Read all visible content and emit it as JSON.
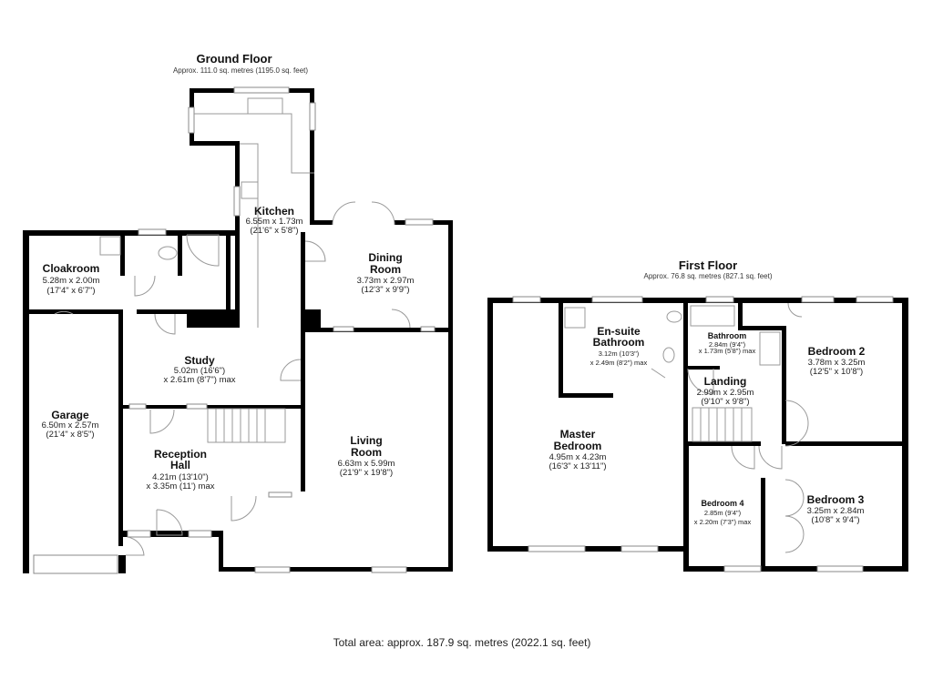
{
  "ground_floor": {
    "title": "Ground Floor",
    "area": "Approx. 111.0 sq. metres (1195.0 sq. feet)",
    "rooms": [
      {
        "name": "Kitchen",
        "dim1": "6.55m x 1.73m",
        "dim2": "(21'6\" x 5'8\")"
      },
      {
        "name": "Cloakroom",
        "dim1": "5.28m x 2.00m",
        "dim2": "(17'4\" x 6'7\")"
      },
      {
        "name_line1": "Dining",
        "name_line2": "Room",
        "dim1": "3.73m x 2.97m",
        "dim2": "(12'3\" x 9'9\")"
      },
      {
        "name": "Study",
        "dim1": "5.02m (16'6\")",
        "dim2": "x 2.61m (8'7\") max"
      },
      {
        "name": "Garage",
        "dim1": "6.50m x 2.57m",
        "dim2": "(21'4\" x 8'5\")"
      },
      {
        "name_line1": "Reception",
        "name_line2": "Hall",
        "dim1": "4.21m (13'10\")",
        "dim2": "x 3.35m (11') max"
      },
      {
        "name_line1": "Living",
        "name_line2": "Room",
        "dim1": "6.63m x 5.99m",
        "dim2": "(21'9\" x 19'8\")"
      }
    ]
  },
  "first_floor": {
    "title": "First Floor",
    "area": "Approx. 76.8 sq. metres (827.1 sq. feet)",
    "rooms": [
      {
        "name_line1": "En-suite",
        "name_line2": "Bathroom",
        "dim1": "3.12m (10'3\")",
        "dim2": "x 2.49m (8'2\") max"
      },
      {
        "name": "Bathroom",
        "dim1": "2.84m (9'4\")",
        "dim2": "x 1.73m (5'8\") max"
      },
      {
        "name": "Bedroom 2",
        "dim1": "3.78m x 3.25m",
        "dim2": "(12'5\" x 10'8\")"
      },
      {
        "name": "Landing",
        "dim1": "2.99m x 2.95m",
        "dim2": "(9'10\" x 9'8\")"
      },
      {
        "name_line1": "Master",
        "name_line2": "Bedroom",
        "dim1": "4.95m x 4.23m",
        "dim2": "(16'3\" x 13'11\")"
      },
      {
        "name": "Bedroom 4",
        "dim1": "2.85m (9'4\")",
        "dim2": "x 2.20m (7'3\") max"
      },
      {
        "name": "Bedroom 3",
        "dim1": "3.25m x 2.84m",
        "dim2": "(10'8\" x 9'4\")"
      }
    ]
  },
  "total_area": "Total area: approx. 187.9 sq. metres (2022.1 sq. feet)"
}
